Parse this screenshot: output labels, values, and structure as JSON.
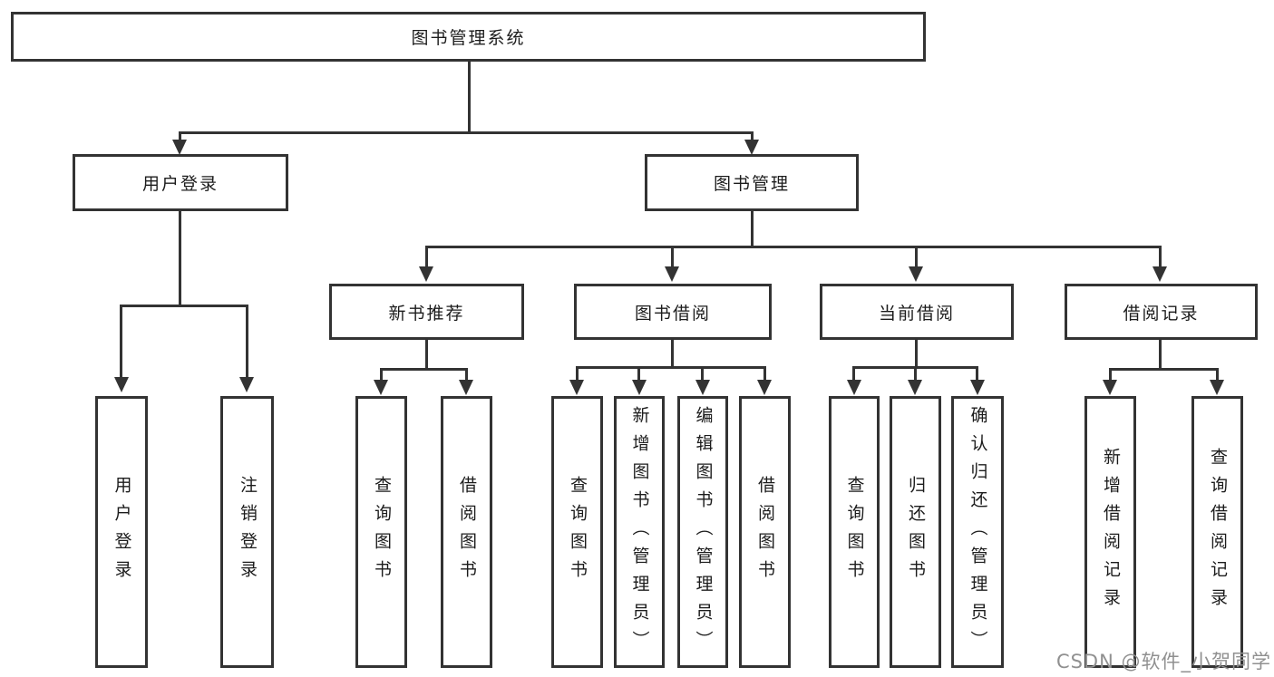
{
  "diagram": {
    "title": "图书管理系统",
    "watermark": "CSDN @软件_小贺同学",
    "colors": {
      "line": "#333333",
      "text": "#1c1c1c",
      "watermark": "#909090",
      "background": "#ffffff"
    },
    "nodes": {
      "root": {
        "label": "图书管理系统"
      },
      "user_login": {
        "label": "用户登录"
      },
      "book_mgmt": {
        "label": "图书管理"
      },
      "new_book_rec": {
        "label": "新书推荐"
      },
      "book_borrow": {
        "label": "图书借阅"
      },
      "current_borrow": {
        "label": "当前借阅"
      },
      "borrow_records": {
        "label": "借阅记录"
      },
      "leaf_user_login": {
        "label": "用户登录"
      },
      "leaf_logout": {
        "label": "注销登录"
      },
      "leaf_nb_query": {
        "label": "查询图书"
      },
      "leaf_nb_borrow": {
        "label": "借阅图书"
      },
      "leaf_bb_query": {
        "label": "查询图书"
      },
      "leaf_bb_add": {
        "label": "新增图书（管理员）"
      },
      "leaf_bb_edit": {
        "label": "编辑图书（管理员）"
      },
      "leaf_bb_borrow": {
        "label": "借阅图书"
      },
      "leaf_cb_query": {
        "label": "查询图书"
      },
      "leaf_cb_return": {
        "label": "归还图书"
      },
      "leaf_cb_confirm": {
        "label": "确认归还（管理员）"
      },
      "leaf_br_add": {
        "label": "新增借阅记录"
      },
      "leaf_br_query": {
        "label": "查询借阅记录"
      }
    }
  }
}
